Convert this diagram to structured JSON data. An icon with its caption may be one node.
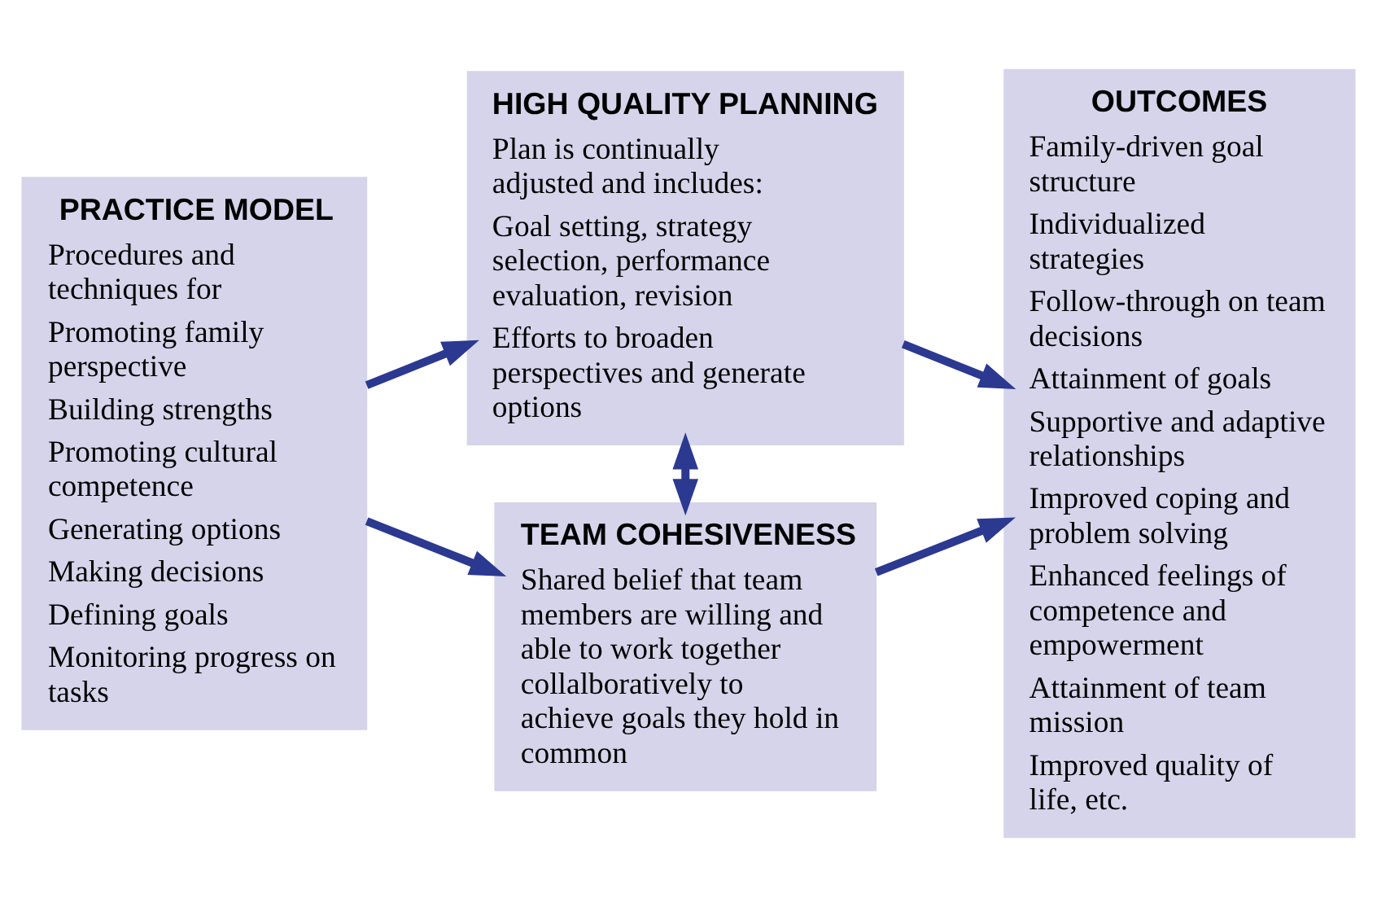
{
  "diagram": {
    "nodes": [
      {
        "text": [
          "PRACTICE MODEL",
          "Procedures and techniques for",
          "Promoting family perspective",
          "Building strengths",
          "Promoting cultural competence",
          "Generating options",
          "Making decisions",
          "Defining goals",
          "Monitoring progress on tasks"
        ]
      },
      {
        "text": [
          "HIGH QUALITY PLANNING",
          "Plan is continually adjusted and includes:",
          "Goal setting, strategy selection, performance evaluation, revision",
          "Efforts to broaden perspectives and generate options"
        ]
      },
      {
        "text": [
          "TEAM COHESIVENESS",
          "Shared belief that team members are willing and able to work together collalboratively to achieve goals they hold in common"
        ]
      },
      {
        "text": [
          "OUTCOMES",
          "Family-driven goal structure",
          "Individualized strategies",
          "Follow-through on team decisions",
          "Attainment of goals",
          "Supportive and adaptive relationships",
          "Improved coping and problem solving",
          "Enhanced feelings of competence and empowerment",
          "Attainment of team mission",
          "Improved quality of life, etc."
        ]
      }
    ],
    "edges": [
      {
        "from": 0,
        "to": 1,
        "arrow": "to"
      },
      {
        "from": 0,
        "to": 2,
        "arrow": "to"
      },
      {
        "from": 1,
        "to": 3,
        "arrow": "to"
      },
      {
        "from": 2,
        "to": 3,
        "arrow": "to"
      },
      {
        "from": 1,
        "to": 2,
        "arrow": "both"
      }
    ]
  }
}
